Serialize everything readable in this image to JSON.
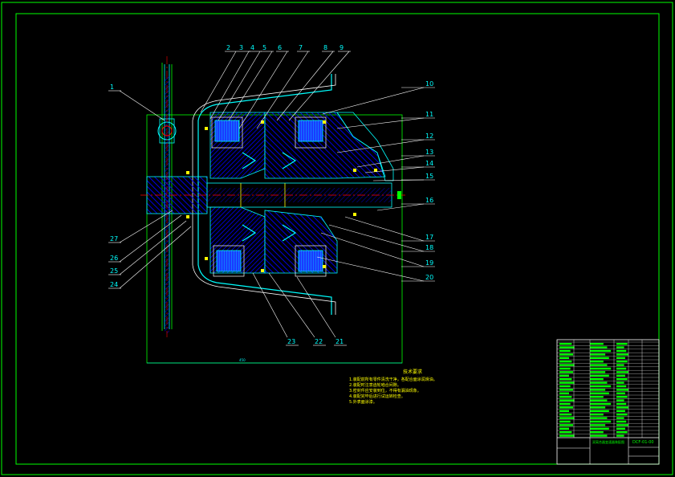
{
  "colors": {
    "background": "#000000",
    "frame": "#00ff00",
    "outline": "#00ffff",
    "hatch": "#0000ff",
    "centerline": "#ff0000",
    "parts": "#0000ff",
    "white": "#ffffff",
    "notes": "#ffff00"
  },
  "balloons": [
    "1",
    "2",
    "3",
    "4",
    "5",
    "6",
    "7",
    "8",
    "9",
    "10",
    "11",
    "12",
    "13",
    "14",
    "15",
    "16",
    "17",
    "18",
    "19",
    "20",
    "21",
    "22",
    "23",
    "24",
    "25",
    "26",
    "27"
  ],
  "dimension": {
    "overall_width": "450"
  },
  "notes": {
    "heading": "技术要求",
    "items": [
      "1.装配前所有零件清洗干净，各配合面涂润滑油。",
      "2.装配时注意齿轮啮合间隙。",
      "3.密封件应安装到位，不得有漏油现象。",
      "4.装配完毕后进行试运转检查。",
      "5.外表面涂漆。"
    ]
  },
  "title_block": {
    "drawing_no": "DCF-01-00",
    "title": "双离合器变速器装配图"
  }
}
